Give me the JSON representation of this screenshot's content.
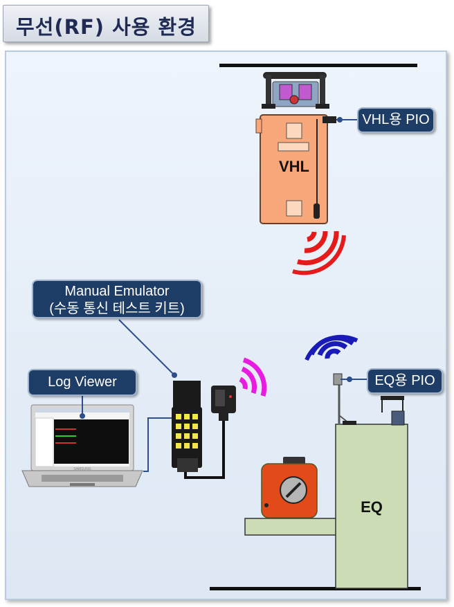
{
  "title": "무선(RF) 사용 환경",
  "labels": {
    "vhl_pio": "VHL용 PIO",
    "vhl": "VHL",
    "manual_emulator_line1": "Manual Emulator",
    "manual_emulator_line2": "(수동 통신 테스트 키트)",
    "log_viewer": "Log Viewer",
    "eq_pio": "EQ용 PIO",
    "eq": "EQ"
  },
  "colors": {
    "callout_bg": "#1e3d66",
    "vhl_body": "#f7a77a",
    "eq_body": "#ccdcb4",
    "rf_vhl": "#e51b1b",
    "rf_eq": "#1a1ab8",
    "rf_emulator": "#e81ce0"
  },
  "icons": [
    "vhl-vehicle-icon",
    "laptop-icon",
    "emulator-device-icon",
    "pio-sensor-icon",
    "rf-wave-icon",
    "gauge-dial-icon"
  ]
}
